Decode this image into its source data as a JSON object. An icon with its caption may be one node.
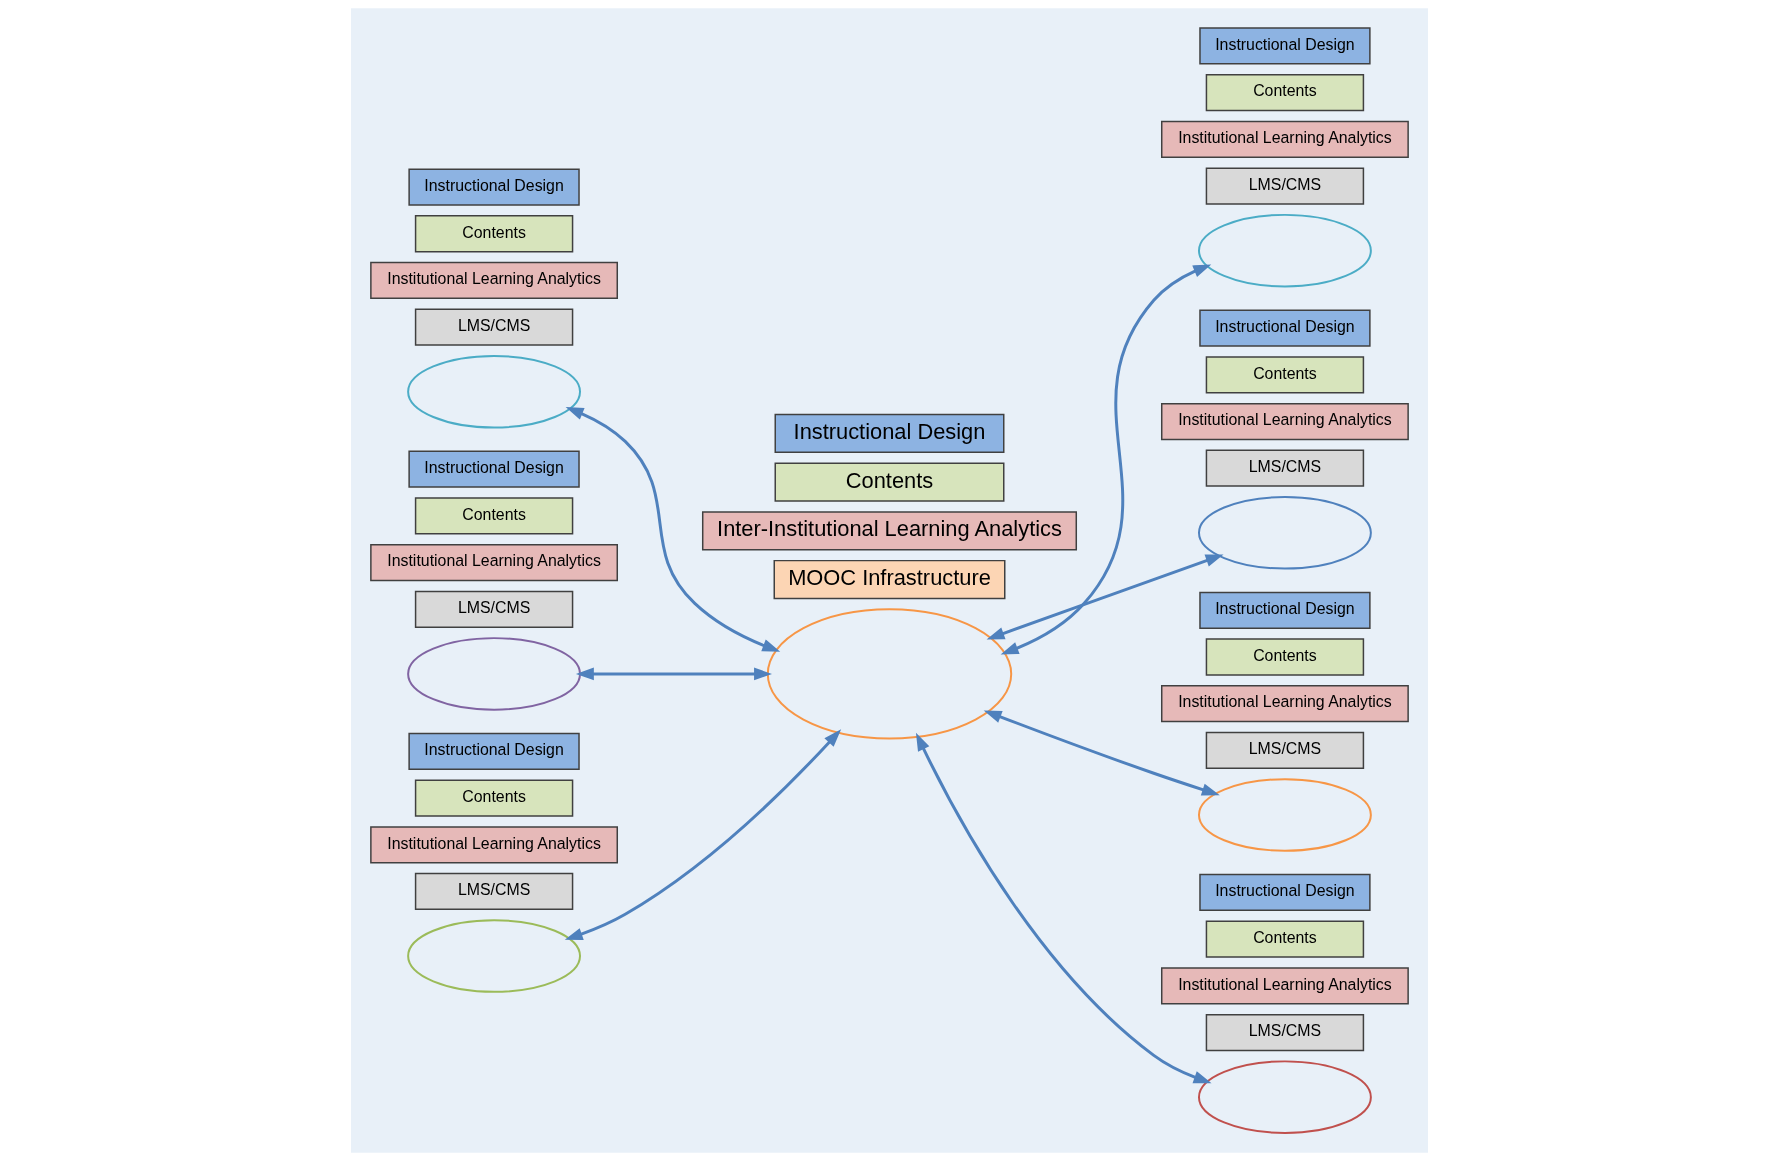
{
  "diagram": {
    "nodes": [
      {
        "text": [],
        "shape": "ellipse"
      },
      {
        "text": [
          "Instructional Design"
        ]
      },
      {
        "text": [
          "Contents"
        ]
      },
      {
        "text": [
          "Inter-Institutional Learning Analytics"
        ]
      },
      {
        "text": [
          "MOOC Infrastructure"
        ]
      },
      {
        "text": [],
        "shape": "ellipse"
      },
      {
        "text": [
          "Instructional Design"
        ]
      },
      {
        "text": [
          "Contents"
        ]
      },
      {
        "text": [
          "Institutional Learning Analytics"
        ]
      },
      {
        "text": [
          "LMS/CMS"
        ]
      },
      {
        "text": [],
        "shape": "ellipse"
      },
      {
        "text": [
          "Instructional Design"
        ]
      },
      {
        "text": [
          "Contents"
        ]
      },
      {
        "text": [
          "Institutional Learning Analytics"
        ]
      },
      {
        "text": [
          "LMS/CMS"
        ]
      },
      {
        "text": [],
        "shape": "ellipse"
      },
      {
        "text": [
          "Instructional Design"
        ]
      },
      {
        "text": [
          "Contents"
        ]
      },
      {
        "text": [
          "Institutional Learning Analytics"
        ]
      },
      {
        "text": [
          "LMS/CMS"
        ]
      },
      {
        "text": [],
        "shape": "ellipse"
      },
      {
        "text": [
          "Instructional Design"
        ]
      },
      {
        "text": [
          "Contents"
        ]
      },
      {
        "text": [
          "Institutional Learning Analytics"
        ]
      },
      {
        "text": [
          "LMS/CMS"
        ]
      },
      {
        "text": [],
        "shape": "ellipse"
      },
      {
        "text": [
          "Instructional Design"
        ]
      },
      {
        "text": [
          "Contents"
        ]
      },
      {
        "text": [
          "Institutional Learning Analytics"
        ]
      },
      {
        "text": [
          "LMS/CMS"
        ]
      },
      {
        "text": [],
        "shape": "ellipse"
      },
      {
        "text": [
          "Instructional Design"
        ]
      },
      {
        "text": [
          "Contents"
        ]
      },
      {
        "text": [
          "Institutional Learning Analytics"
        ]
      },
      {
        "text": [
          "LMS/CMS"
        ]
      },
      {
        "text": [],
        "shape": "ellipse"
      },
      {
        "text": [
          "Instructional Design"
        ]
      },
      {
        "text": [
          "Contents"
        ]
      },
      {
        "text": [
          "Institutional Learning Analytics"
        ]
      },
      {
        "text": [
          "LMS/CMS"
        ]
      }
    ],
    "edges": [
      {
        "from": 0,
        "to": 5,
        "arrow": "both"
      },
      {
        "from": 0,
        "to": 10,
        "arrow": "both"
      },
      {
        "from": 0,
        "to": 15,
        "arrow": "both"
      },
      {
        "from": 0,
        "to": 20,
        "arrow": "both"
      },
      {
        "from": 0,
        "to": 25,
        "arrow": "both"
      },
      {
        "from": 0,
        "to": 30,
        "arrow": "both"
      },
      {
        "from": 0,
        "to": 35,
        "arrow": "both"
      }
    ]
  }
}
